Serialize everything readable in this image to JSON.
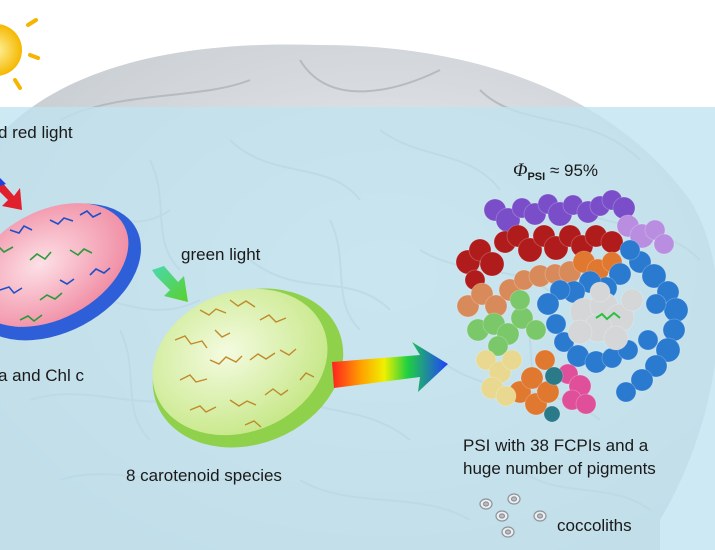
{
  "labels": {
    "red_light": "d red light",
    "chl": "a and Chl c",
    "green_light": "green light",
    "carotenoids": "8 carotenoid species",
    "psi_line1": "PSI with 38 FCPIs and a",
    "psi_line2": "huge number of pigments",
    "coccoliths": "coccoliths",
    "phi_symbol": "Φ",
    "phi_subscript": "PSI",
    "phi_value": "≈ 95%"
  },
  "colors": {
    "sky_panel": "#bfe3ef",
    "sun": "#f6c21a",
    "red_disc": "#f3a8b8",
    "blue_rim": "#3b6fe0",
    "green_disc": "#d8ee9a",
    "green_rim": "#8fd14a"
  },
  "icons": [
    "sun-icon",
    "rainbow-arrow-icon",
    "green-arrow-icon",
    "red-blue-arrow-icon"
  ]
}
